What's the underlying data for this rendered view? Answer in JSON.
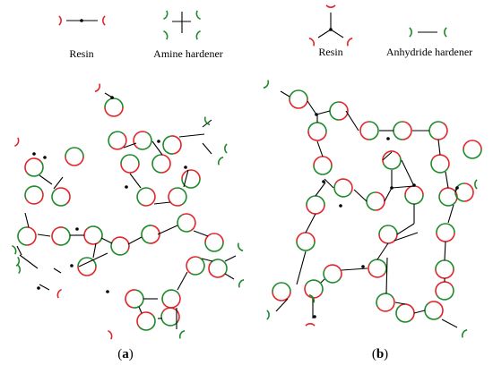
{
  "colors": {
    "resin": "#e0262b",
    "hardener": "#1e8a2a",
    "bond": "#000000"
  },
  "legend_a": {
    "resin_label": "Resin",
    "hardener_label": "Amine hardener"
  },
  "legend_b": {
    "resin_label": "Resin",
    "hardener_label": "Anhydride hardener"
  },
  "captions": {
    "a": {
      "open": "(",
      "letter": "a",
      "close": ")"
    },
    "b": {
      "open": "(",
      "letter": "b",
      "close": ")"
    }
  }
}
